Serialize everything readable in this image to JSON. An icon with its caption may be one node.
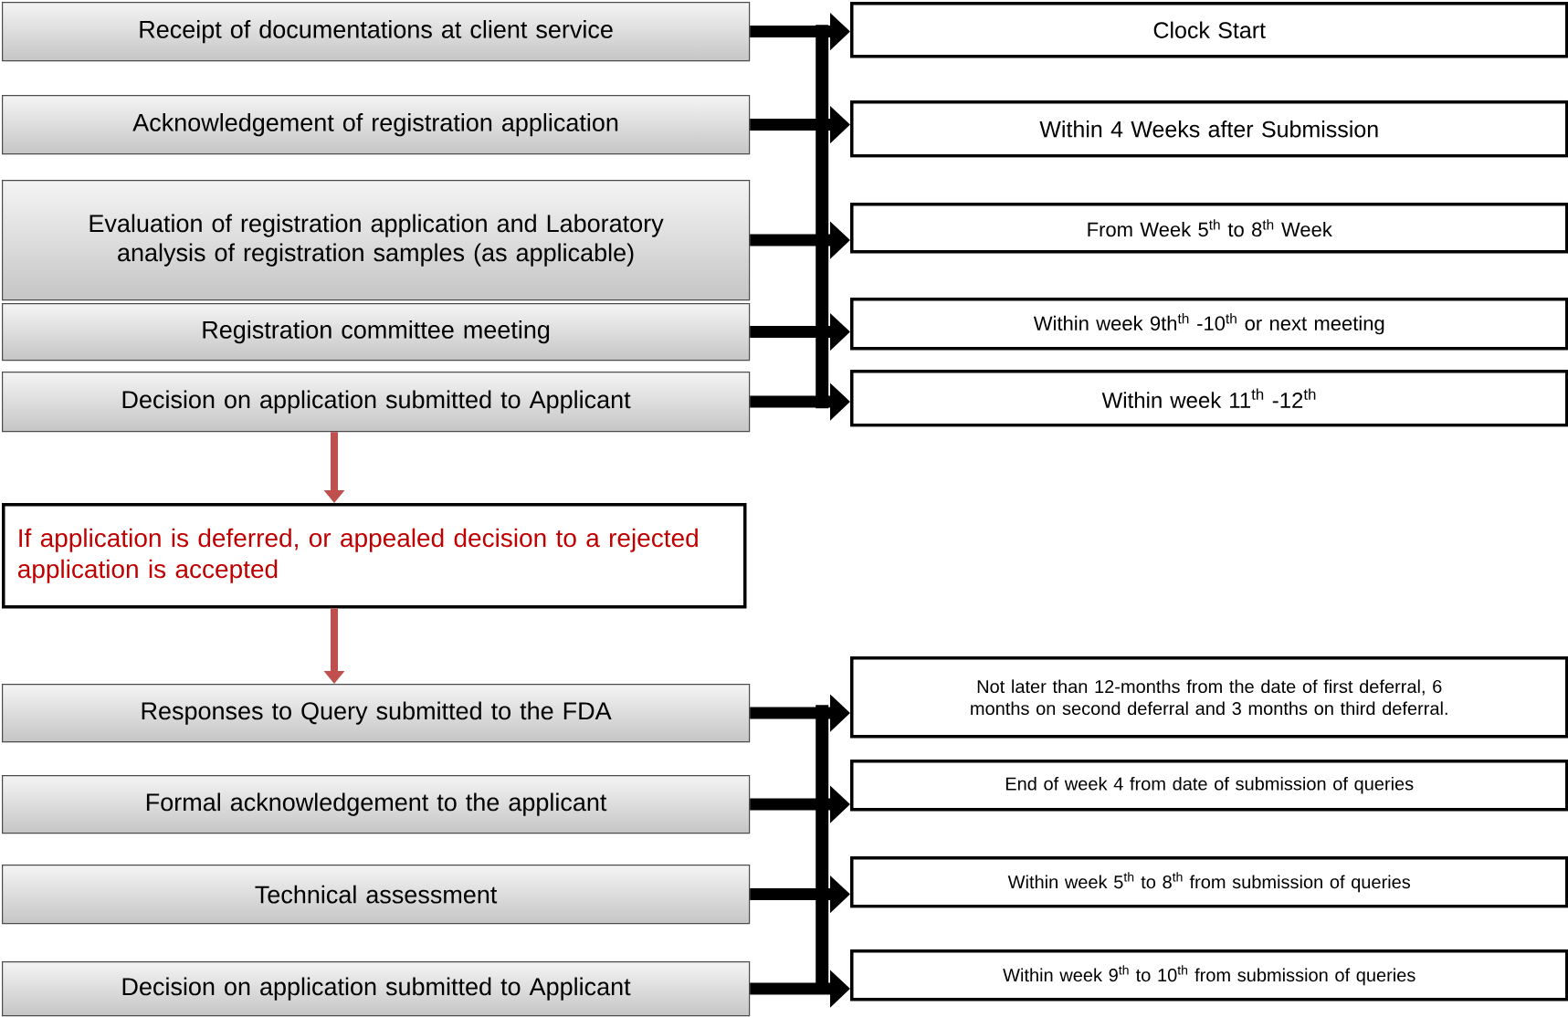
{
  "diagram": {
    "nodes": [
      {
        "text": [
          "Receipt of documentations at client service"
        ]
      },
      {
        "text": [
          "Clock Start"
        ]
      },
      {
        "text": [
          "Acknowledgement of registration application"
        ]
      },
      {
        "text": [
          "Within 4 Weeks after Submission"
        ]
      },
      {
        "text": [
          "Evaluation of registration application and Laboratory analysis of registration samples (as applicable)"
        ]
      },
      {
        "text": [
          "From Week 5$^{th}$ to 8$^{th}$ Week"
        ]
      },
      {
        "text": [
          "Registration committee meeting"
        ]
      },
      {
        "text": [
          "Within week 9th$^{th}$ -10$^{th}$ or next meeting"
        ]
      },
      {
        "text": [
          "Decision on application submitted to Applicant"
        ]
      },
      {
        "text": [
          "Within week 11$^{th}$ -12$^{th}$"
        ]
      },
      {
        "text": [
          "If application is deferred, or appealed decision to a rejected application is accepted"
        ]
      },
      {
        "text": [
          "Responses to Query submitted to the FDA"
        ]
      },
      {
        "text": [
          "Not later than 12-months from the date of first deferral, 6 months on second deferral and 3 months on third deferral."
        ]
      },
      {
        "text": [
          "Formal acknowledgement to the applicant"
        ]
      },
      {
        "text": [
          "End of week 4 from date of submission of queries"
        ]
      },
      {
        "text": [
          "Technical assessment"
        ]
      },
      {
        "text": [
          "Within week 5$^{th}$ to 8$^{th}$ from submission of queries"
        ]
      },
      {
        "text": [
          "Decision on application submitted to Applicant"
        ]
      },
      {
        "text": [
          "Within week 9$^{th}$ to 10$^{th}$ from submission of queries"
        ]
      },
      {
        "text": [],
        "shape": "bar"
      },
      {
        "text": [],
        "shape": "bar"
      }
    ],
    "edges": [
      {
        "from": 0,
        "to": 1,
        "arrow": "to"
      },
      {
        "from": 2,
        "to": 3,
        "arrow": "to"
      },
      {
        "from": 4,
        "to": 5,
        "arrow": "to"
      },
      {
        "from": 6,
        "to": 7,
        "arrow": "to"
      },
      {
        "from": 8,
        "to": 9,
        "arrow": "to"
      },
      {
        "from": 8,
        "to": 10,
        "arrow": "to",
        "color": "#c0504d"
      },
      {
        "from": 10,
        "to": 11,
        "arrow": "to",
        "color": "#c0504d"
      },
      {
        "from": 11,
        "to": 12,
        "arrow": "to"
      },
      {
        "from": 13,
        "to": 14,
        "arrow": "to"
      },
      {
        "from": 15,
        "to": 16,
        "arrow": "to"
      },
      {
        "from": 17,
        "to": 18,
        "arrow": "to"
      }
    ]
  }
}
